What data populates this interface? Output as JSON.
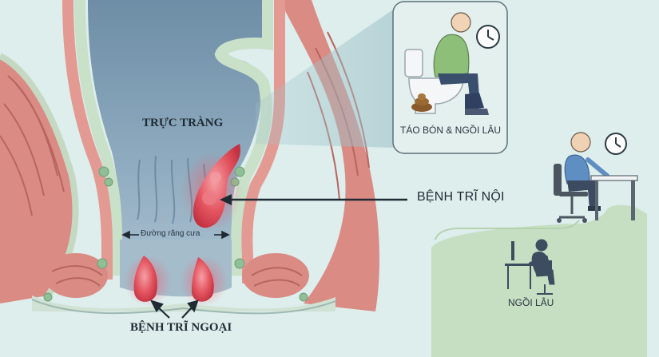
{
  "labels": {
    "rectum": "TRỰC TRÀNG",
    "dentate_line": "Đường răng cưa",
    "internal_hemorrhoids": "BỆNH TRĨ NỘI",
    "external_hemorrhoids": "BỆNH TRĨ NGOẠI",
    "constipation_sitting": "TÁO BÓN & NGỒI LÂU",
    "sitting_long": "NGỒI LÂU"
  },
  "icons": [
    "toilet-icon",
    "clock-icon",
    "poop-icon",
    "office-worker-icon",
    "desk-icon",
    "office-chair-icon",
    "computer-icon"
  ],
  "colors": {
    "background": "#ddeeed",
    "rectum_lumen": "#7f9fb5",
    "muscle": "#d88a84",
    "mucosa": "#c9e0c9",
    "hemorrhoid": "#e05a66",
    "callout_box": "#e2f0ee",
    "scene_green": "#c8dfc4"
  }
}
